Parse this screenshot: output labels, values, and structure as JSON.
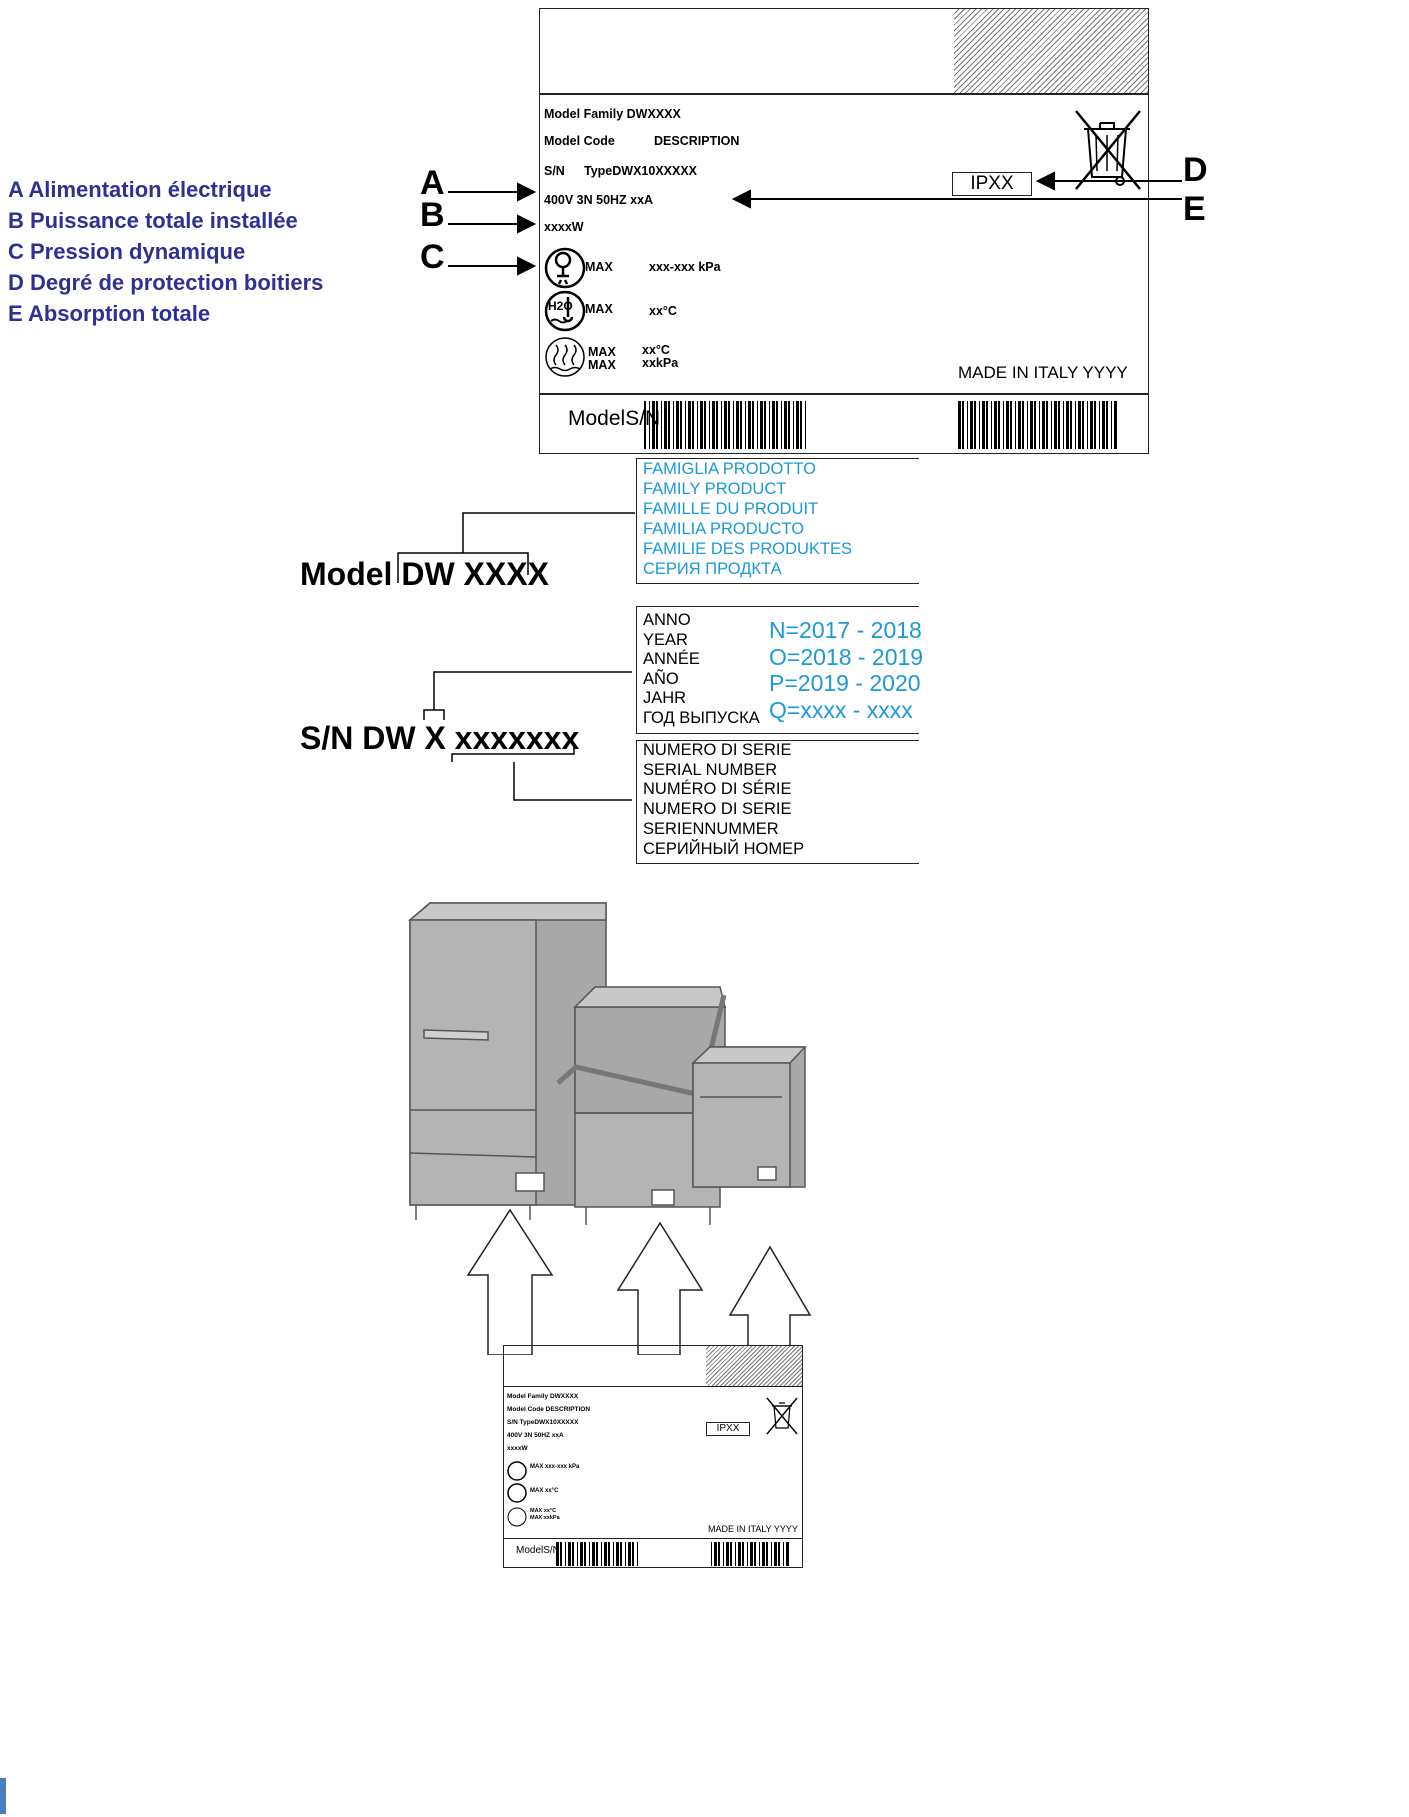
{
  "legend": [
    "A Alimentation électrique",
    "B Puissance totale installée",
    "C Pression dynamique",
    "D Degré de protection boitiers",
    "E Absorption totale"
  ],
  "callouts": {
    "a": "A",
    "b": "B",
    "c": "C",
    "d": "D",
    "e": "E"
  },
  "plate": {
    "model_family": "Model Family  DWXXXX",
    "model_code_label": "Model Code",
    "model_code_value": "DESCRIPTION",
    "sn_label": "S/N",
    "sn_value": "TypeDWX10XXXXX",
    "power_supply": "400V 3N 50HZ  xxA",
    "total_power": "xxxxW",
    "pressure_max": "MAX",
    "pressure_value": "xxx-xxx kPa",
    "water_temp_max": "MAX",
    "water_temp_value": "xx°C",
    "steam_max_1": "MAX",
    "steam_max_2": "MAX",
    "steam_value_1": "xx°C",
    "steam_value_2": "xxkPa",
    "ip_rating": "IPXX",
    "made_in": "MADE IN ITALY   YYYY",
    "barcode_label": "ModelS/N",
    "icon_h2o": "H2O"
  },
  "model_code": {
    "text_model": "Model ",
    "text_dw": "DW XXXX",
    "family_lines": [
      "FAMIGLIA PRODOTTO",
      "FAMILY PRODUCT",
      "FAMILLE DU PRODUIT",
      "FAMILIA PRODUCTO",
      "FAMILIE DES PRODUKTES",
      "СЕРИЯ ПРОДКТА"
    ]
  },
  "serial_code": {
    "text_sn": "S/N DW ",
    "text_x": "X",
    "text_rest": "xxxxxxx",
    "year_lines": [
      "ANNO",
      "YEAR",
      "ANNÉE",
      "AÑO",
      "JAHR",
      "ГОД ВЫПУСКА"
    ],
    "year_codes": [
      "N=2017 - 2018",
      "O=2018 - 2019",
      "P=2019 - 2020",
      "Q=xxxx - xxxx"
    ],
    "serial_lines": [
      "NUMERO DI SERIE",
      "SERIAL NUMBER",
      "NUMÉRO DI SÉRIE",
      "NUMERO DI SERIE",
      "SERIENNUMMER",
      "СЕРИЙНЫЙ НОМЕР"
    ]
  },
  "small_plate": {
    "model_family": "Model Family  DWXXXX",
    "model_code": "Model Code        DESCRIPTION",
    "sn": "S/N    TypeDWX10XXXXX",
    "power": "400V 3N 50HZ                xxA",
    "watts": "xxxxW",
    "pressure": "MAX       xxx-xxx kPa",
    "temp": "MAX       xx°C",
    "steam_1": "MAX   xx°C",
    "steam_2": "MAX   xxkPa",
    "ip_rating": "IPXX",
    "made_in": "MADE IN ITALY   YYYY",
    "barcode_label": "ModelS/N"
  },
  "colors": {
    "legend_blue": "#2e3192",
    "info_cyan": "#1a9ad6",
    "machine_grey": "#a8a8a8"
  }
}
